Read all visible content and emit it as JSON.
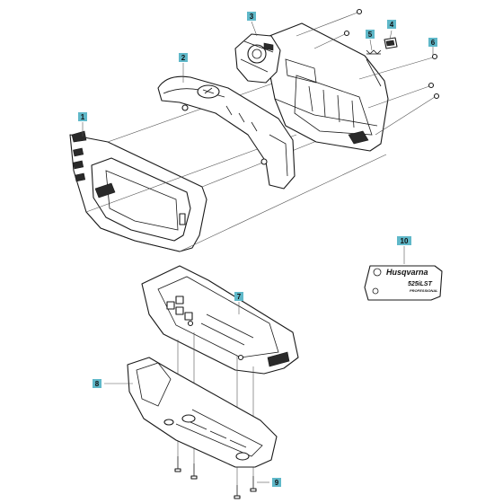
{
  "callouts": {
    "c1": "1",
    "c2": "2",
    "c3": "3",
    "c4": "4",
    "c5": "5",
    "c6": "6",
    "c7": "7",
    "c8": "8",
    "c9": "9",
    "c10": "10"
  },
  "decal": {
    "brand": "Husqvarna",
    "model": "525iLST",
    "sub": "PROFESSIONAL"
  },
  "colors": {
    "callout": "#5fb8c9",
    "line": "#1a1a1a"
  }
}
